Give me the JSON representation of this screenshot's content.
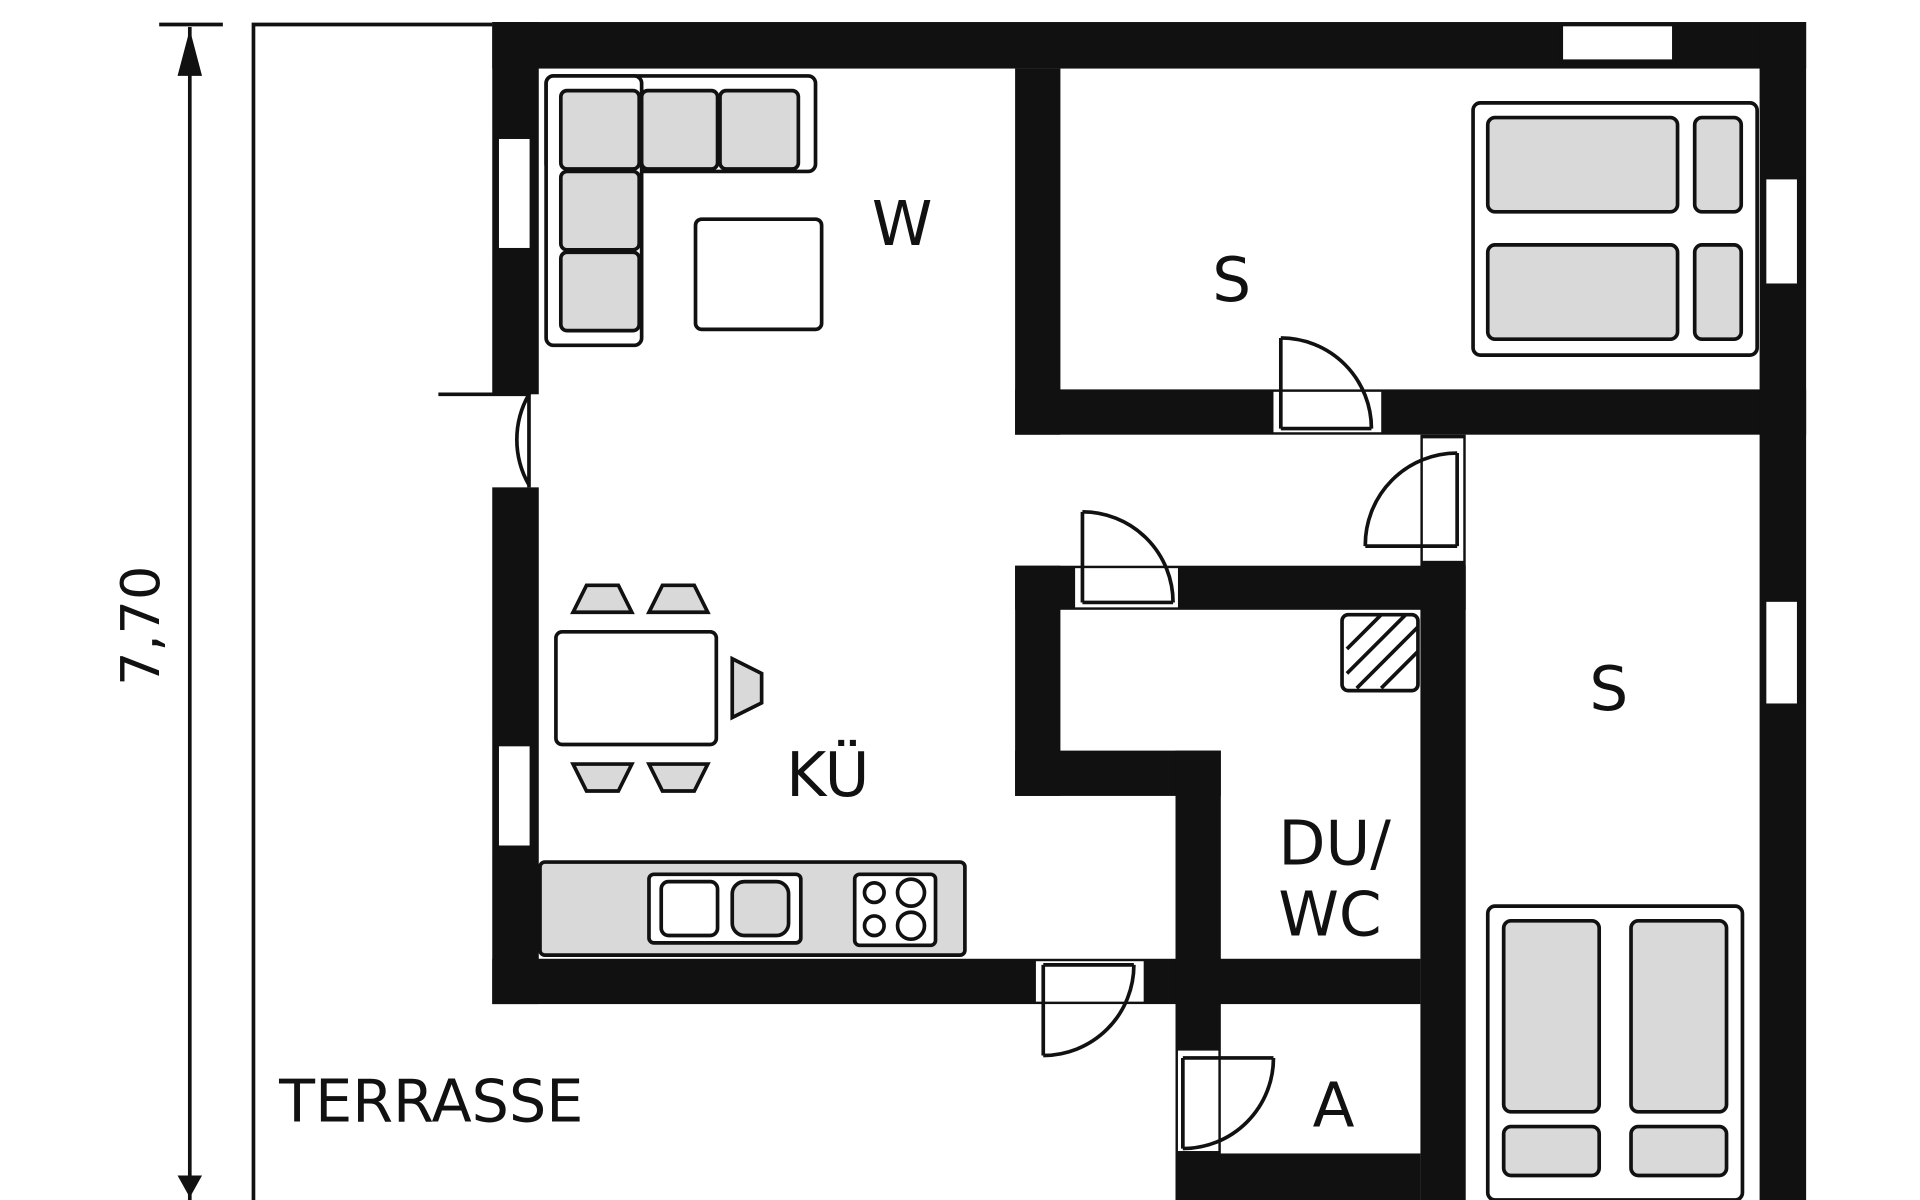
{
  "dimension": {
    "height_label": "7,70"
  },
  "rooms": {
    "living": "W",
    "bedroom_top": "S",
    "bedroom_right": "S",
    "kitchen": "KÜ",
    "bathroom_line1": "DU/",
    "bathroom_line2": "WC",
    "storage": "A",
    "terrace": "TERRASSE"
  },
  "colors": {
    "wall": "#111111",
    "furniture": "#d9d9d9"
  }
}
